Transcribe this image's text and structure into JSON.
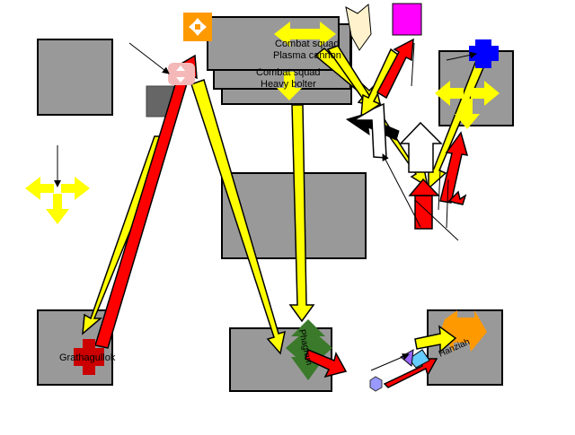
{
  "labels": {
    "combat_squad_plasma_line1": "Combat squad",
    "combat_squad_plasma_line2": "Plasma cannon",
    "combat_squad_bolter_line1": "Combat squad",
    "combat_squad_bolter_line2": "Heavy bolter",
    "grathagullok": "Grathagullok",
    "phagram": "Phagram",
    "hanziah": "Hanziah"
  },
  "colors": {
    "terrain": "#999999",
    "yellow": "#ffff00",
    "red": "#ff0000",
    "orange": "#ff9900",
    "green": "#3a7a2a",
    "blue": "#0000ff",
    "magenta": "#ff00ff",
    "cream": "#fff2cc",
    "dark_red": "#cc0000",
    "violet": "#9966ff",
    "light_blue": "#66ccff"
  }
}
